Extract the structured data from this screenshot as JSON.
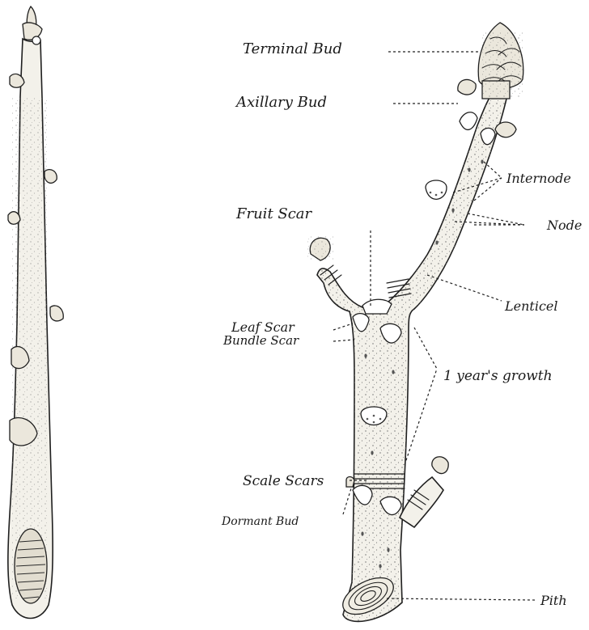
{
  "labels": {
    "terminal_bud": "Terminal Bud",
    "axillary_bud": "Axillary Bud",
    "internode": "Internode",
    "node": "Node",
    "fruit_scar": "Fruit Scar",
    "lenticel": "Lenticel",
    "leaf_scar": "Leaf Scar",
    "bundle_scar": "Bundle Scar",
    "one_years_growth": "1 year's growth",
    "scale_scars": "Scale Scars",
    "dormant_bud": "Dormant Bud",
    "pith": "Pith"
  }
}
